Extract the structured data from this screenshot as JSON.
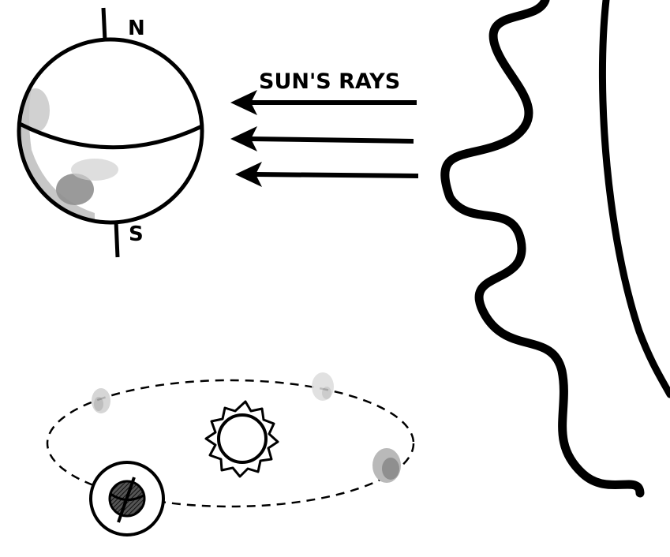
{
  "labels": {
    "north": "N",
    "south": "S",
    "rays": "SUN'S RAYS"
  },
  "colors": {
    "ink": "#000000",
    "shade": "#9a9a9a",
    "light_shade": "#d4d4d4",
    "background": "#ffffff"
  }
}
